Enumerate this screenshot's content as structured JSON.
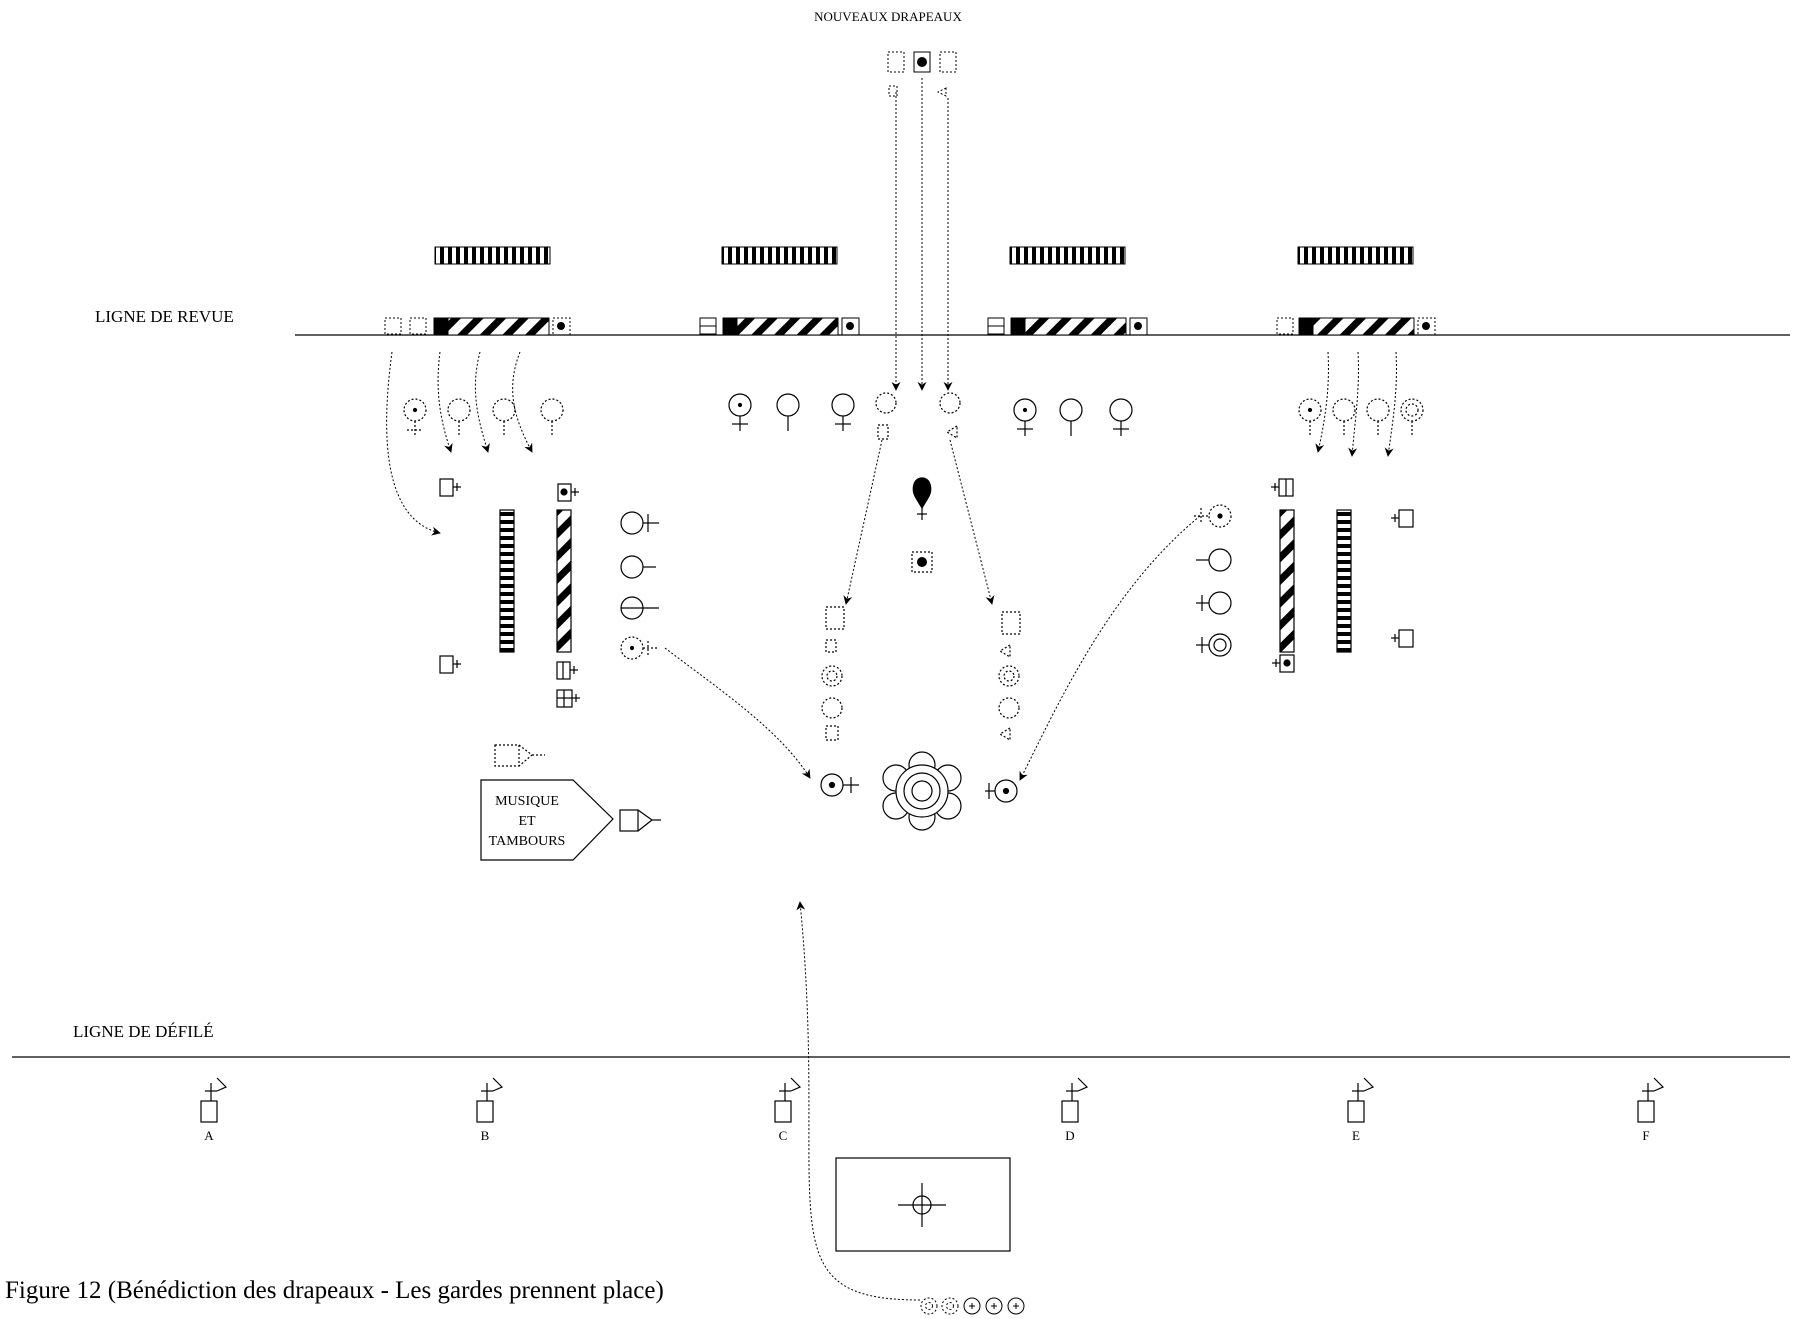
{
  "labels": {
    "new_colours": "NOUVEAUX DRAPEAUX",
    "review_line": "LIGNE DE REVUE",
    "march_past_line": "LIGNE DE DÉFILÉ",
    "band_line1": "MUSIQUE",
    "band_line2": "ET",
    "band_line3": "TAMBOURS",
    "caption": "Figure 12 (Bénédiction des drapeaux - Les gardes prennent place)"
  },
  "companies": [
    "A",
    "B",
    "C",
    "D",
    "E",
    "F"
  ]
}
